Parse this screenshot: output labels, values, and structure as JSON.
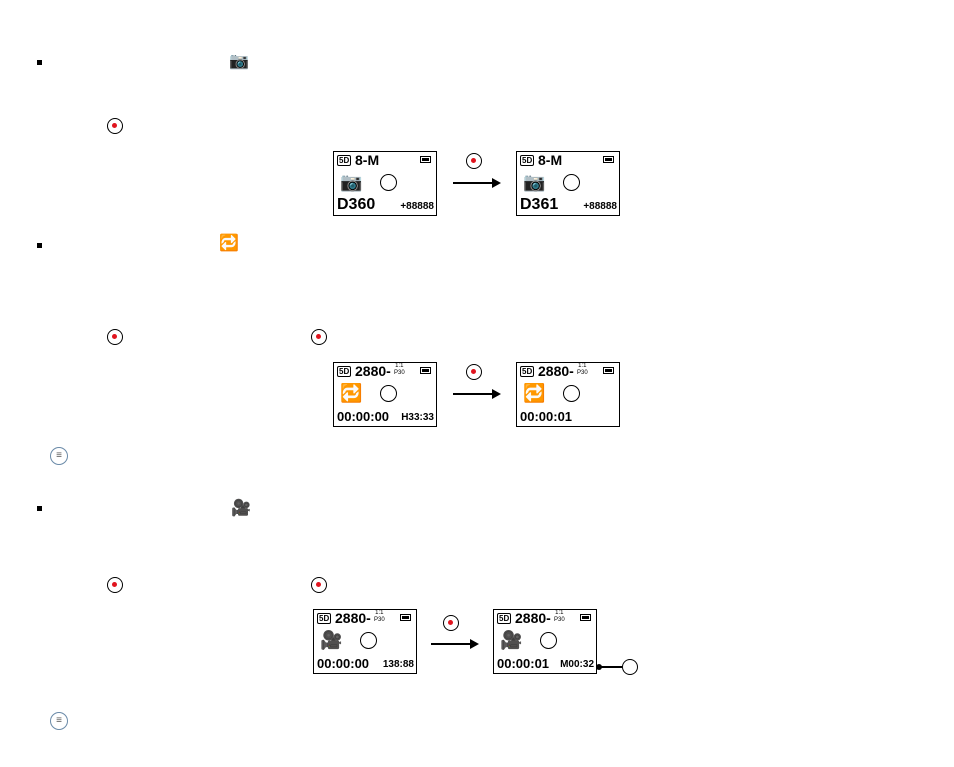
{
  "photo": {
    "icon": "camera-icon",
    "before": {
      "resolution": "8-M",
      "count": "D360",
      "remaining": "+88888"
    },
    "after": {
      "resolution": "8-M",
      "count": "D361",
      "remaining": "+88888"
    }
  },
  "loop": {
    "icon": "loop-icon",
    "before": {
      "resolution": "2880-",
      "ratio": "1:1",
      "fps": "P30",
      "time": "00:00:00",
      "remaining": "H33:33"
    },
    "after": {
      "resolution": "2880-",
      "ratio": "1:1",
      "fps": "P30",
      "time": "00:00:01"
    }
  },
  "timelapse": {
    "icon": "timelapse-video-icon",
    "before": {
      "resolution": "2880-",
      "ratio": "1:1",
      "fps": "P30",
      "time": "00:00:00",
      "remaining": "138:88"
    },
    "after": {
      "resolution": "2880-",
      "ratio": "1:1",
      "fps": "P30",
      "time": "00:00:01",
      "remaining": "M00:32"
    }
  },
  "sd_label": "5D",
  "colors": {
    "record": "#e0141e"
  }
}
